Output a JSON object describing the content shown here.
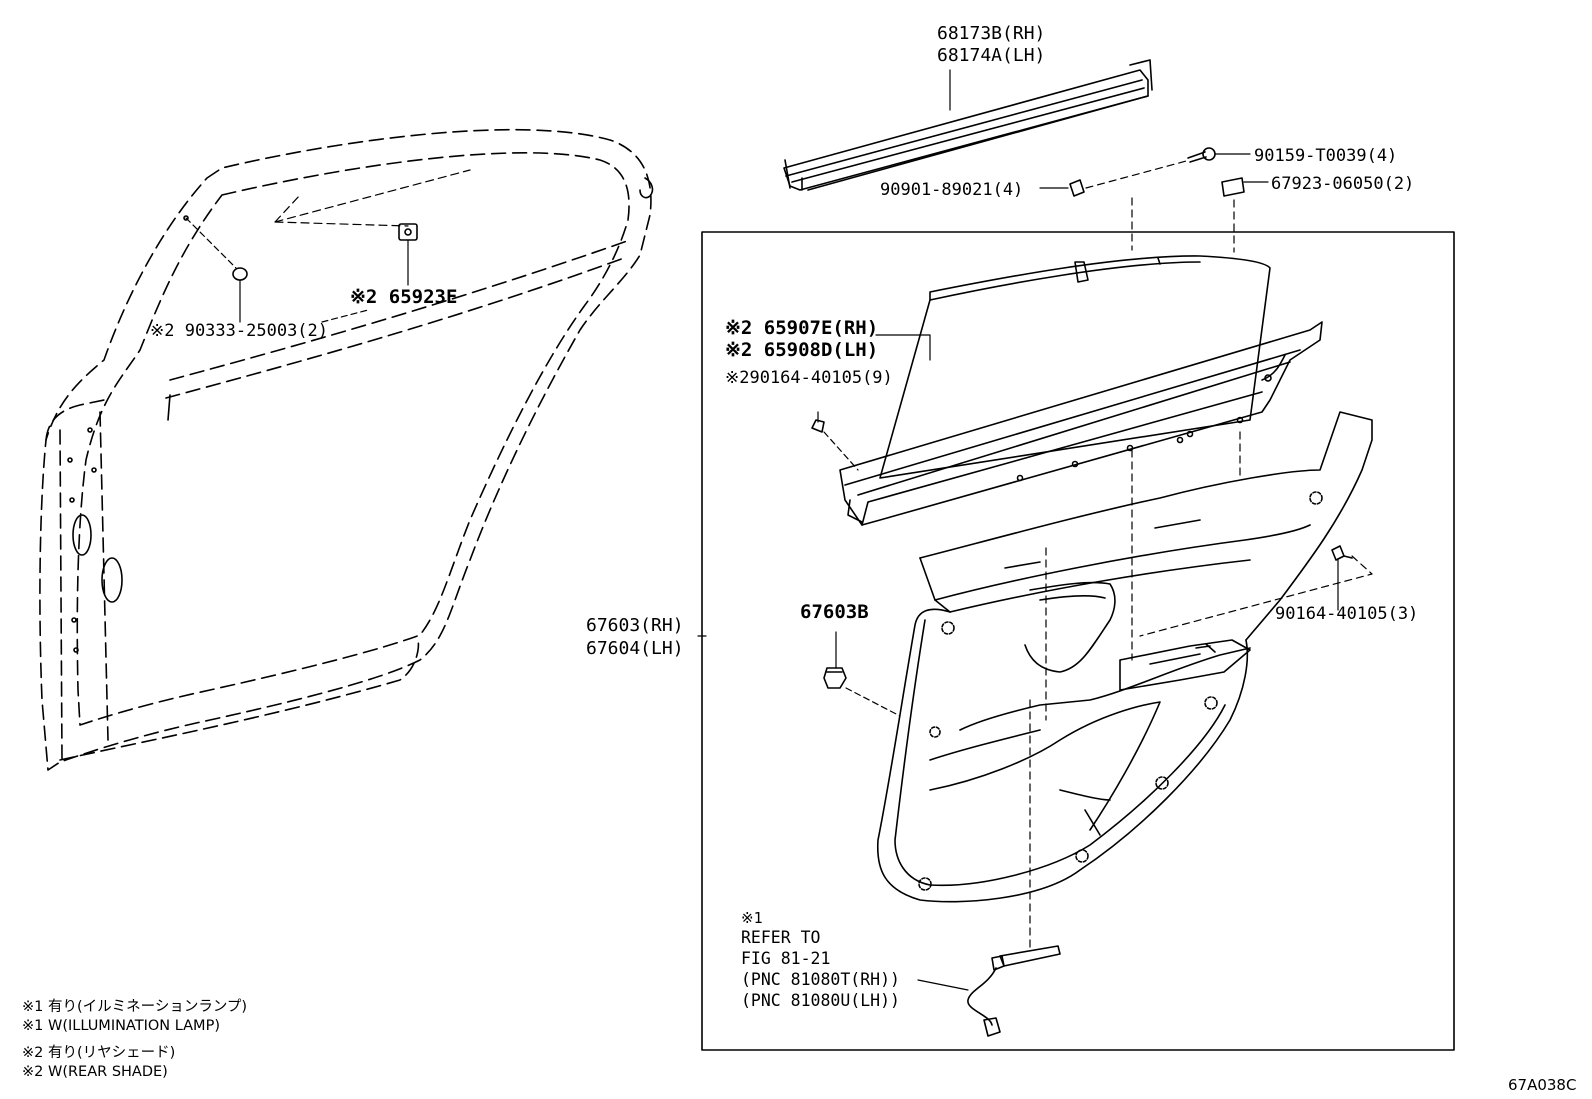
{
  "colors": {
    "line": "#000000",
    "background": "#ffffff"
  },
  "labels": {
    "p68173b": "68173B(RH)",
    "p68174a": "68174A(LH)",
    "p90159": "90159-T0039(4)",
    "p90901": "90901-89021(4)",
    "p67923": "67923-06050(2)",
    "p65923e": "※2 65923E",
    "p90333": "※2 90333-25003(2)",
    "p65907e": "※2 65907E(RH)",
    "p65908d": "※2 65908D(LH)",
    "p90164_9": "※290164-40105(9)",
    "p67603b": "67603B",
    "p67603": "67603(RH)",
    "p67604": "67604(LH)",
    "p90164_3": "90164-40105(3)"
  },
  "refer": {
    "mark": "※1",
    "line1": "REFER TO",
    "line2": "FIG 81-21",
    "line3": "(PNC 81080T(RH))",
    "line4": "(PNC 81080U(LH))"
  },
  "notes": [
    "※1 有り(イルミネーションランプ)",
    "※1 W(ILLUMINATION LAMP)",
    "※2 有り(リヤシェード)",
    "※2 W(REAR SHADE)"
  ],
  "figure_code": "67A038C"
}
